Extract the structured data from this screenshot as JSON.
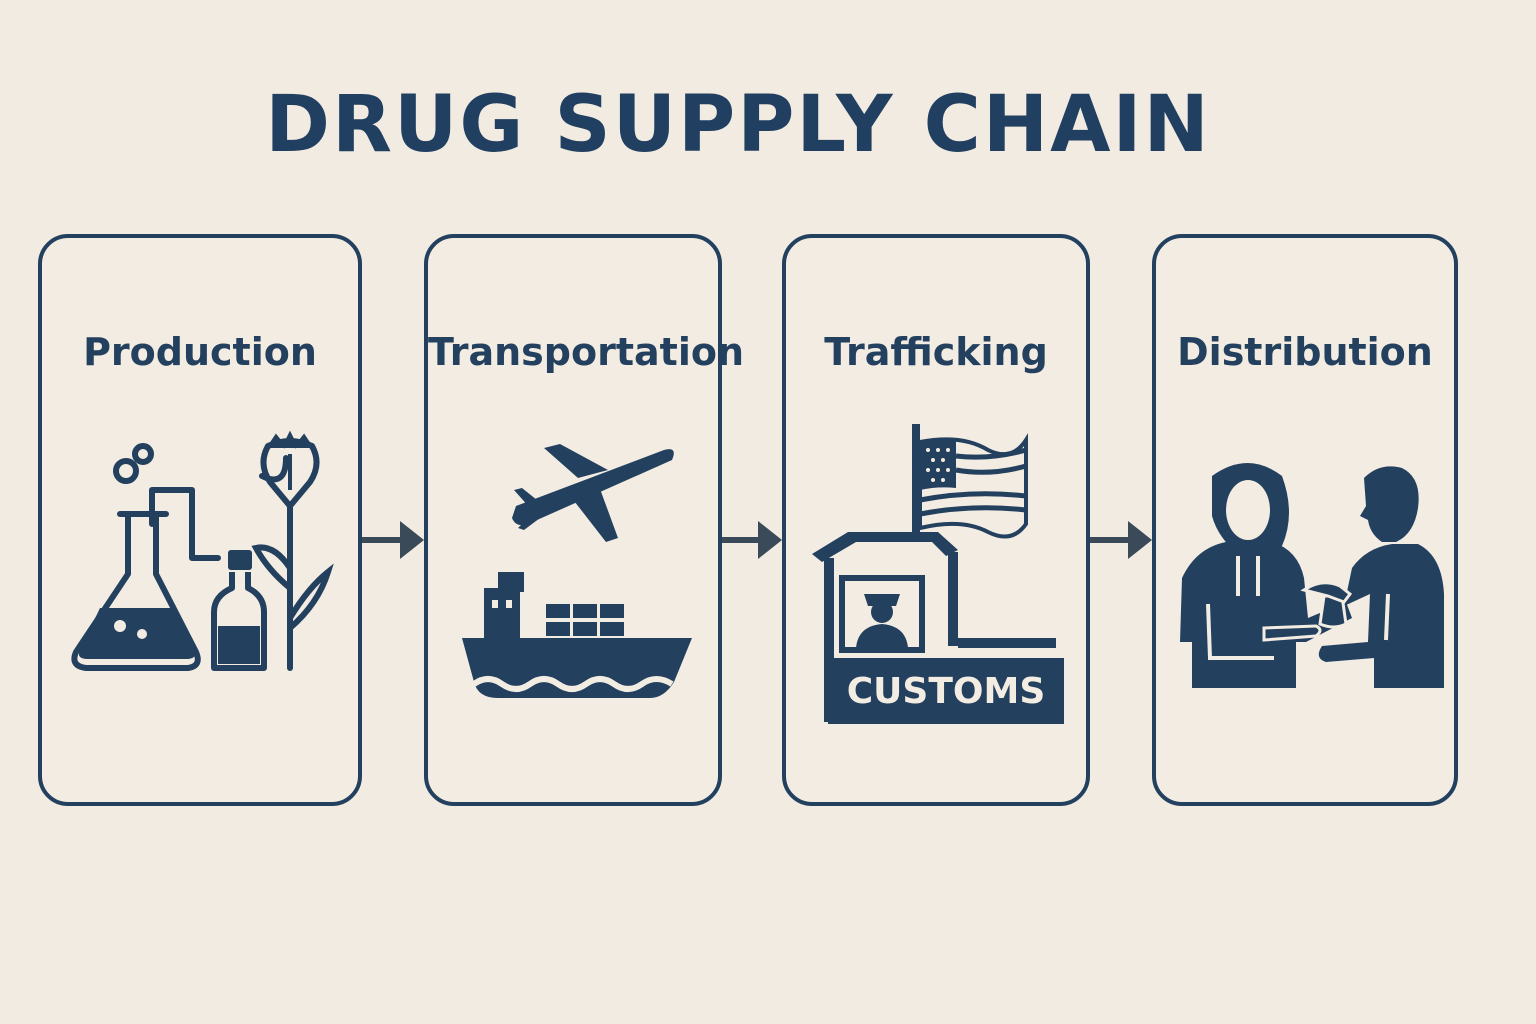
{
  "title": "DRUG SUPPLY CHAIN",
  "stages": [
    {
      "label": "Production",
      "icon": "laboratory-flask-and-poppy-icon"
    },
    {
      "label": "Transportation",
      "icon": "airplane-and-cargo-ship-icon"
    },
    {
      "label": "Trafficking",
      "icon": "customs-checkpoint-with-flag-icon"
    },
    {
      "label": "Distribution",
      "icon": "hand-to-hand-exchange-icon"
    }
  ],
  "customs_sign": "CUSTOMS",
  "colors": {
    "background": "#f2ebe1",
    "primary": "#23405f",
    "arrow": "#3a4a59"
  }
}
